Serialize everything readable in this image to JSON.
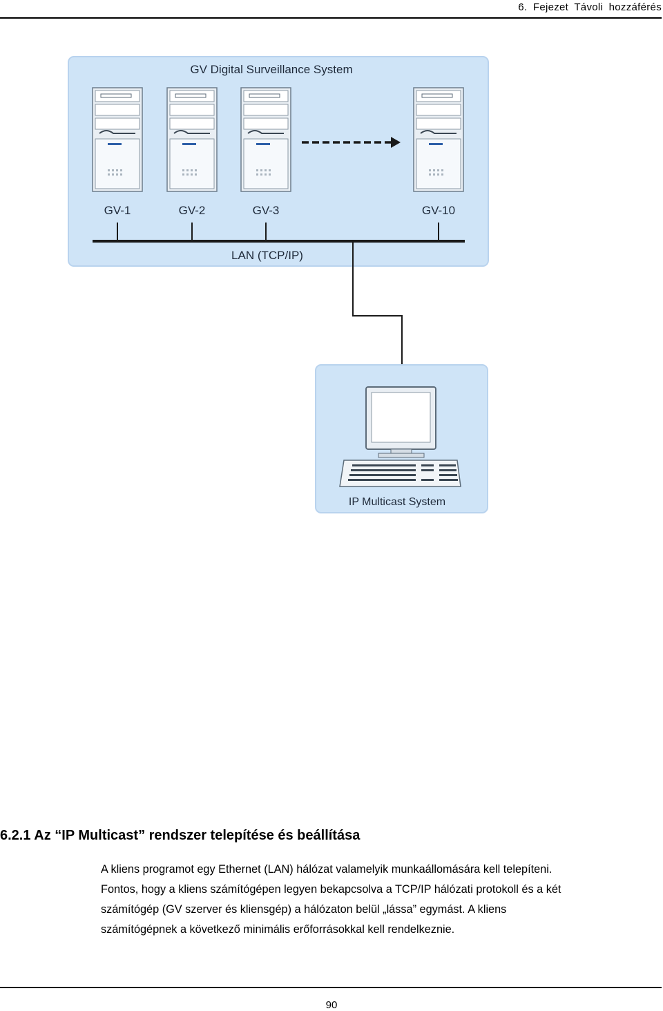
{
  "header": {
    "chapter_title": "6.  Fejezet  Távoli  hozzáférés"
  },
  "figure": {
    "system_title": "GV Digital Surveillance System",
    "servers": [
      {
        "label": "GV-1"
      },
      {
        "label": "GV-2"
      },
      {
        "label": "GV-3"
      },
      {
        "label": "GV-10"
      }
    ],
    "lan_label": "LAN (TCP/IP)",
    "client_label": "IP Multicast System",
    "colors": {
      "panel_fill": "#cfe4f7",
      "panel_border": "#b9d3ee",
      "line": "#1a1a1a"
    }
  },
  "section": {
    "heading": "6.2.1 Az “IP Multicast” rendszer telepítése és beállítása",
    "paragraph_lines": [
      "A kliens programot egy Ethernet (LAN) hálózat valamelyik munkaállomására kell telepíteni.",
      "Fontos, hogy a kliens számítógépen legyen bekapcsolva a TCP/IP hálózati protokoll és a két",
      "számítógép (GV szerver és kliensgép) a hálózaton belül „lássa” egymást. A kliens",
      "számítógépnek a következő minimális erőforrásokkal kell rendelkeznie."
    ]
  },
  "footer": {
    "page_number": "90"
  }
}
